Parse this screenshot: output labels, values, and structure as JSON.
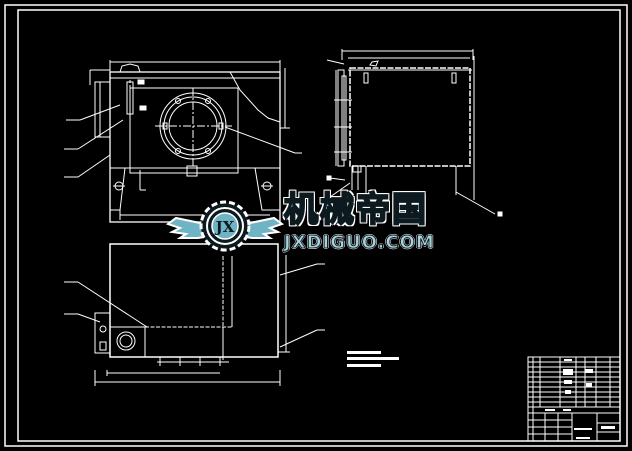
{
  "drawing": {
    "background": "#000000",
    "line_color": "#ffffff",
    "views": [
      {
        "name": "front-view",
        "description": "gearbox housing front view with flange circle and bolt holes"
      },
      {
        "name": "side-view",
        "description": "housing side view with dashed cover outline"
      },
      {
        "name": "top-view",
        "description": "housing top view with port flange"
      }
    ],
    "title_block": {
      "position": "bottom-right"
    },
    "technical_notes": {
      "position": "center-bottom",
      "lines": 3
    }
  },
  "watermark": {
    "chinese_text": "机械帝国",
    "url_text": "JXDIGUO.COM",
    "emblem_text": "JX",
    "accent_color": "#6fb4c4"
  }
}
